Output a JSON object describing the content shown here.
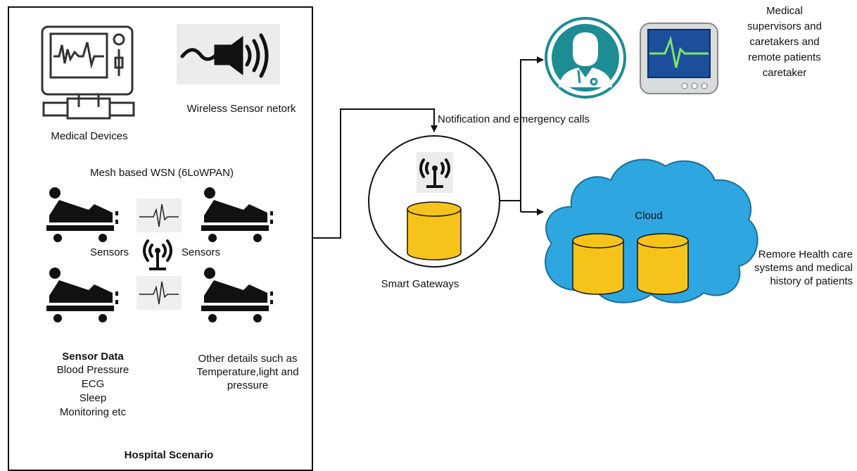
{
  "hospital": {
    "medical_devices_label": "Medical Devices",
    "wireless_sensor_label": "Wireless Sensor netork",
    "mesh_label": "Mesh based WSN (6LoWPAN)",
    "sensors_left": "Sensors",
    "sensors_right": "Sensors",
    "sensor_data": {
      "title": "Sensor Data",
      "lines": [
        "Blood Pressure",
        "ECG",
        "Sleep",
        "Monitoring etc"
      ]
    },
    "other_details": [
      "Other details such as",
      "Temperature,light and",
      "pressure"
    ],
    "scenario_title": "Hospital  Scenario"
  },
  "gateway": {
    "label": "Smart Gateways"
  },
  "notification_label": "Notification and emergency calls",
  "supervisors": [
    "Medical",
    "supervisors and",
    "caretakers and",
    "remote patients",
    "caretaker"
  ],
  "cloud": {
    "label": "Cloud",
    "description": [
      "Remore Health care",
      "systems and medical",
      "history of patients"
    ]
  },
  "colors": {
    "cloud_fill": "#2ea6df",
    "db_fill": "#f6c31b",
    "doctor_teal": "#1e8c93",
    "monitor_screen": "#1b4f9c"
  }
}
